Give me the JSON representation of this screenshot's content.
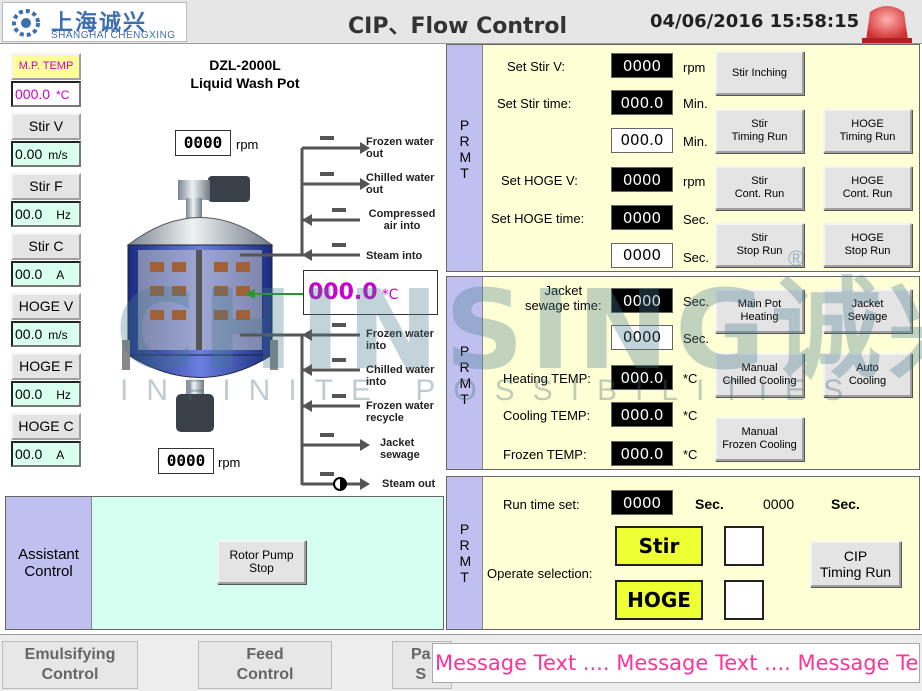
{
  "header": {
    "logo_cn": "上海诚兴",
    "logo_en": "SHANGHAI CHENGXING",
    "title": "CIP、Flow Control",
    "datetime": "04/06/2016 15:58:15"
  },
  "left_readouts": [
    {
      "label": "M.P. TEMP",
      "value": "000.0",
      "unit": "*C"
    },
    {
      "label": "Stir V",
      "value": "0.00",
      "unit": "m/s"
    },
    {
      "label": "Stir F",
      "value": "00.0",
      "unit": "Hz"
    },
    {
      "label": "Stir C",
      "value": "00.0",
      "unit": "A"
    },
    {
      "label": "HOGE V",
      "value": "00.0",
      "unit": "m/s"
    },
    {
      "label": "HOGE F",
      "value": "00.0",
      "unit": "Hz"
    },
    {
      "label": "HOGE C",
      "value": "00.0",
      "unit": "A"
    }
  ],
  "tank": {
    "model": "DZL-2000L",
    "name": "Liquid Wash Pot",
    "top_rpm": "0000",
    "bottom_rpm": "0000",
    "rpm_unit": "rpm",
    "temp": "000.0",
    "temp_unit": "*C",
    "pipes": [
      "Frozen water out",
      "Chilled water out",
      "Compressed air into",
      "Steam into",
      "Frozen water into",
      "Chilled water into",
      "Frozen water recycle",
      "Jacket sewage",
      "Steam out"
    ]
  },
  "prmt_label": "PRMT",
  "panel1": {
    "set_stir_v_label": "Set Stir V:",
    "set_stir_v": "0000",
    "set_stir_v_unit": "rpm",
    "set_stir_time_label": "Set Stir time:",
    "set_stir_time": "000.0",
    "set_stir_time_unit": "Min.",
    "stir_time2": "000.0",
    "stir_time2_unit": "Min.",
    "set_hoge_v_label": "Set HOGE V:",
    "set_hoge_v": "0000",
    "set_hoge_v_unit": "rpm",
    "set_hoge_time_label": "Set HOGE time:",
    "set_hoge_time": "0000",
    "set_hoge_time_unit": "Sec.",
    "hoge_time2": "0000",
    "hoge_time2_unit": "Sec.",
    "buttons": {
      "stir_inching": "Stir Inching",
      "stir_timing_run": "Stir\nTiming Run",
      "hoge_timing_run": "HOGE\nTiming Run",
      "stir_cont_run": "Stir\nCont. Run",
      "hoge_cont_run": "HOGE\nCont. Run",
      "stir_stop_run": "Stir\nStop Run",
      "hoge_stop_run": "HOGE\nStop Run"
    }
  },
  "panel2": {
    "jacket_sewage_time_label": "Jacket\nsewage time:",
    "jacket_sewage_time": "0000",
    "jacket_sewage_time_unit": "Sec.",
    "jacket_time2": "0000",
    "jacket_time2_unit": "Sec.",
    "heating_temp_label": "Heating TEMP:",
    "heating_temp": "000.0",
    "heating_temp_unit": "*C",
    "cooling_temp_label": "Cooling TEMP:",
    "cooling_temp": "000.0",
    "cooling_temp_unit": "*C",
    "frozen_temp_label": "Frozen TEMP:",
    "frozen_temp": "000.0",
    "frozen_temp_unit": "*C",
    "buttons": {
      "main_pot_heating": "Main Pot\nHeating",
      "jacket_sewage": "Jacket\nSewage",
      "manual_chilled_cooling": "Manual\nChilled Cooling",
      "auto_cooling": "Auto\nCooling",
      "manual_frozen_cooling": "Manual\nFrozen Cooling"
    }
  },
  "panel3": {
    "run_time_set_label": "Run time set:",
    "run_time_set": "0000",
    "run_time_set_unit": "Sec.",
    "run_time_remaining": "0000",
    "run_time_remaining_unit": "Sec.",
    "operate_selection_label": "Operate selection:",
    "stir_label": "Stir",
    "hoge_label": "HOGE",
    "cip_timing_run": "CIP\nTiming Run"
  },
  "assist": {
    "label": "Assistant\nControl",
    "rotor_pump_stop": "Rotor Pump\nStop"
  },
  "nav": {
    "emulsifying": "Emulsifying\nControl",
    "feed": "Feed\nControl",
    "partial": "Pa\nS"
  },
  "message": "Message Text .... Message Text .... Message Text ....",
  "watermark": {
    "main": "CHINSING诚兴",
    "sub": "INFINITE POSSIBILITIES"
  },
  "colors": {
    "accent_magenta": "#cc00cc",
    "panel_yellow": "#ffffd6",
    "prmt_blue": "#bfc0f0",
    "mint": "#d5fff0",
    "toggle_yellow": "#eeff33",
    "message_pink": "#ff3399"
  }
}
